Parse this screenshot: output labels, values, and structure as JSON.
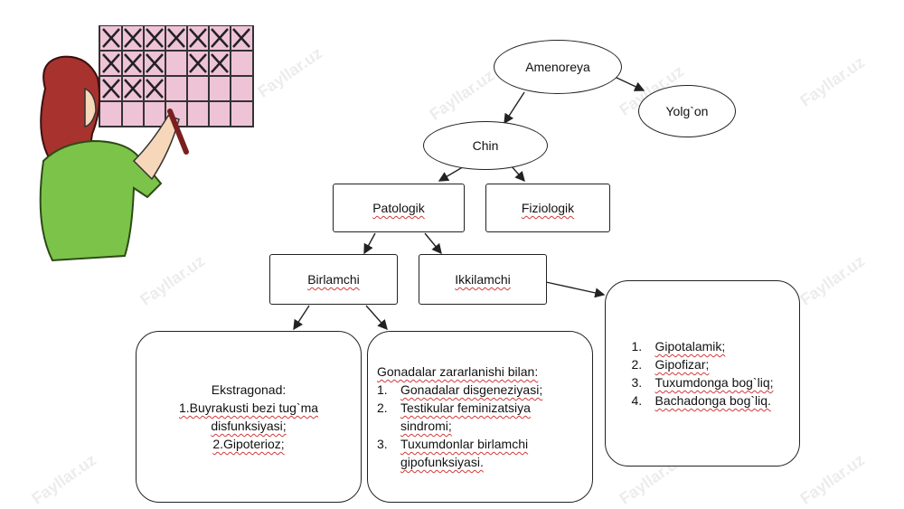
{
  "colors": {
    "line": "#222222",
    "squiggle": "#d23a3a",
    "board": "#efc3d6",
    "shirt": "#7cc34a",
    "hair": "#a8322e"
  },
  "nodes": {
    "amenoreya": "Amenoreya",
    "yolgon": "Yolg`on",
    "chin": "Chin",
    "patologik": "Patologik",
    "fiziologik": "Fiziologik",
    "birlamchi": "Birlamchi",
    "ikkilamchi": "Ikkilamchi"
  },
  "box_ekstragonad": {
    "title": "Ekstragonad:",
    "line1": "1.Buyrakusti bezi tug`ma",
    "line2": "disfunksiyasi;",
    "line3": "2.Gipoterioz;"
  },
  "box_gonadal": {
    "title": "Gonadalar zararlanishi bilan:",
    "items": [
      {
        "num": "1.",
        "text": "Gonadalar disgeneziyasi;"
      },
      {
        "num": "2.",
        "text": "Testikular feminizatsiya sindromi;"
      },
      {
        "num": "3.",
        "text": "Tuxumdonlar birlamchi gipofunksiyasi."
      }
    ]
  },
  "box_ikkilamchi": {
    "items": [
      {
        "num": "1.",
        "text": "Gipotalamik;"
      },
      {
        "num": "2.",
        "text": "Gipofizar;"
      },
      {
        "num": "3.",
        "text": "Tuxumdonga bog`liq;"
      },
      {
        "num": "4.",
        "text": "Bachadonga bog`liq."
      }
    ]
  },
  "watermark": "Fayllar.uz"
}
